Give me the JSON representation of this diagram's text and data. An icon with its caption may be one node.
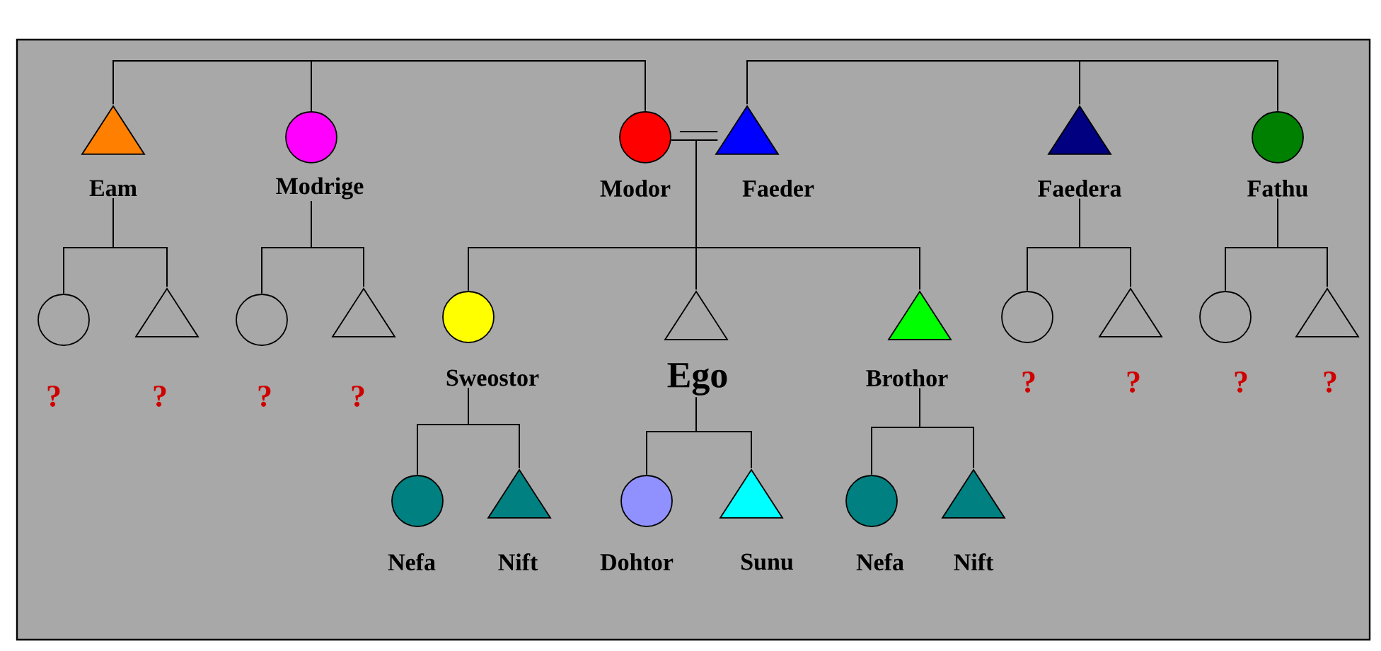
{
  "diagram": {
    "nodes": [
      {
        "text": [
          "Eam"
        ]
      },
      {
        "text": [
          "Modrige"
        ]
      },
      {
        "text": [
          "Modor"
        ]
      },
      {
        "text": [
          "Faeder"
        ]
      },
      {
        "text": [
          "Faedera"
        ]
      },
      {
        "text": [
          "Fathu"
        ]
      },
      {
        "text": [
          "?"
        ]
      },
      {
        "text": [
          "?"
        ]
      },
      {
        "text": [
          "?"
        ]
      },
      {
        "text": [
          "?"
        ]
      },
      {
        "text": [
          "Sweostor"
        ]
      },
      {
        "text": [
          "Ego"
        ]
      },
      {
        "text": [
          "Brothor"
        ]
      },
      {
        "text": [
          "?"
        ]
      },
      {
        "text": [
          "?"
        ]
      },
      {
        "text": [
          "?"
        ]
      },
      {
        "text": [
          "?"
        ]
      },
      {
        "text": [
          "Nefa"
        ]
      },
      {
        "text": [
          "Nift"
        ]
      },
      {
        "text": [
          "Dohtor"
        ]
      },
      {
        "text": [
          "Sunu"
        ]
      },
      {
        "text": [
          "Nefa"
        ]
      },
      {
        "text": [
          "Nift"
        ]
      }
    ],
    "edges": [
      {
        "from": 0,
        "to": 1,
        "arrow": "none"
      },
      {
        "from": 1,
        "to": 2,
        "arrow": "none"
      },
      {
        "from": 3,
        "to": 4,
        "arrow": "none"
      },
      {
        "from": 4,
        "to": 5,
        "arrow": "none"
      },
      {
        "from": 2,
        "to": 3,
        "arrow": "none"
      },
      {
        "from": 0,
        "to": 6,
        "arrow": "none"
      },
      {
        "from": 0,
        "to": 7,
        "arrow": "none"
      },
      {
        "from": 1,
        "to": 8,
        "arrow": "none"
      },
      {
        "from": 1,
        "to": 9,
        "arrow": "none"
      },
      {
        "from": 2,
        "to": 10,
        "arrow": "none"
      },
      {
        "from": 2,
        "to": 11,
        "arrow": "none"
      },
      {
        "from": 2,
        "to": 12,
        "arrow": "none"
      },
      {
        "from": 4,
        "to": 13,
        "arrow": "none"
      },
      {
        "from": 4,
        "to": 14,
        "arrow": "none"
      },
      {
        "from": 5,
        "to": 15,
        "arrow": "none"
      },
      {
        "from": 5,
        "to": 16,
        "arrow": "none"
      },
      {
        "from": 10,
        "to": 17,
        "arrow": "none"
      },
      {
        "from": 10,
        "to": 18,
        "arrow": "none"
      },
      {
        "from": 11,
        "to": 19,
        "arrow": "none"
      },
      {
        "from": 11,
        "to": 20,
        "arrow": "none"
      },
      {
        "from": 12,
        "to": 21,
        "arrow": "none"
      },
      {
        "from": 12,
        "to": 22,
        "arrow": "none"
      }
    ]
  }
}
